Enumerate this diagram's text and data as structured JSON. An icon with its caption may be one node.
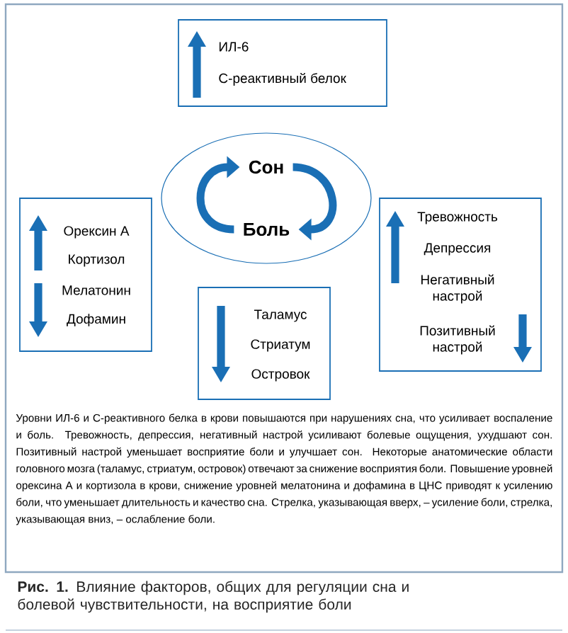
{
  "diagram": {
    "caption": "**Рис. 1.** Влияние факторов, общих для регуляции сна и болевой чувствительности, на восприятие боли",
    "nodes": [
      {
        "text": [
          "ИЛ-6",
          "С-реактивный белок"
        ]
      },
      {
        "text": [],
        "shape": "ellipse"
      },
      {
        "text": [
          "Сон"
        ],
        "in": 1
      },
      {
        "text": [
          "Боль"
        ],
        "in": 1
      },
      {
        "text": [
          "Орексин А",
          "Кортизол",
          "Мелатонин",
          "Дофамин"
        ]
      },
      {
        "text": [
          "Тревожность",
          "Депрессия",
          "Негативный настрой",
          "Позитивный настрой"
        ]
      },
      {
        "text": [
          "Таламус",
          "Стриатум",
          "Островок"
        ]
      }
    ],
    "edges": [
      {
        "from": 2,
        "to": 3,
        "arrow": "to"
      },
      {
        "from": 3,
        "to": 2,
        "arrow": "to"
      }
    ],
    "labels": [
      "Уровни ИЛ-6 и С-реактивного белка в крови повышаются при нарушениях сна, что усиливает воспаление и боль. Тревожность, депрессия, негативный настрой усиливают болевые ощущения, ухудшают сон. Позитивный настрой уменьшает восприятие боли и улучшает сон. Некоторые анатомические области головного мозга (таламус, стриатум, островок) отвечают за снижение восприятия боли. Повышение уровней орексина А и кортизола в крови, снижение уровней мелатонина и дофамина в ЦНС приводят к усилению боли, что уменьшает длительность и качество сна. Стрелка, указывающая вверх, – усиление боли, стрелка, указывающая вниз, – ослабление боли."
    ]
  }
}
